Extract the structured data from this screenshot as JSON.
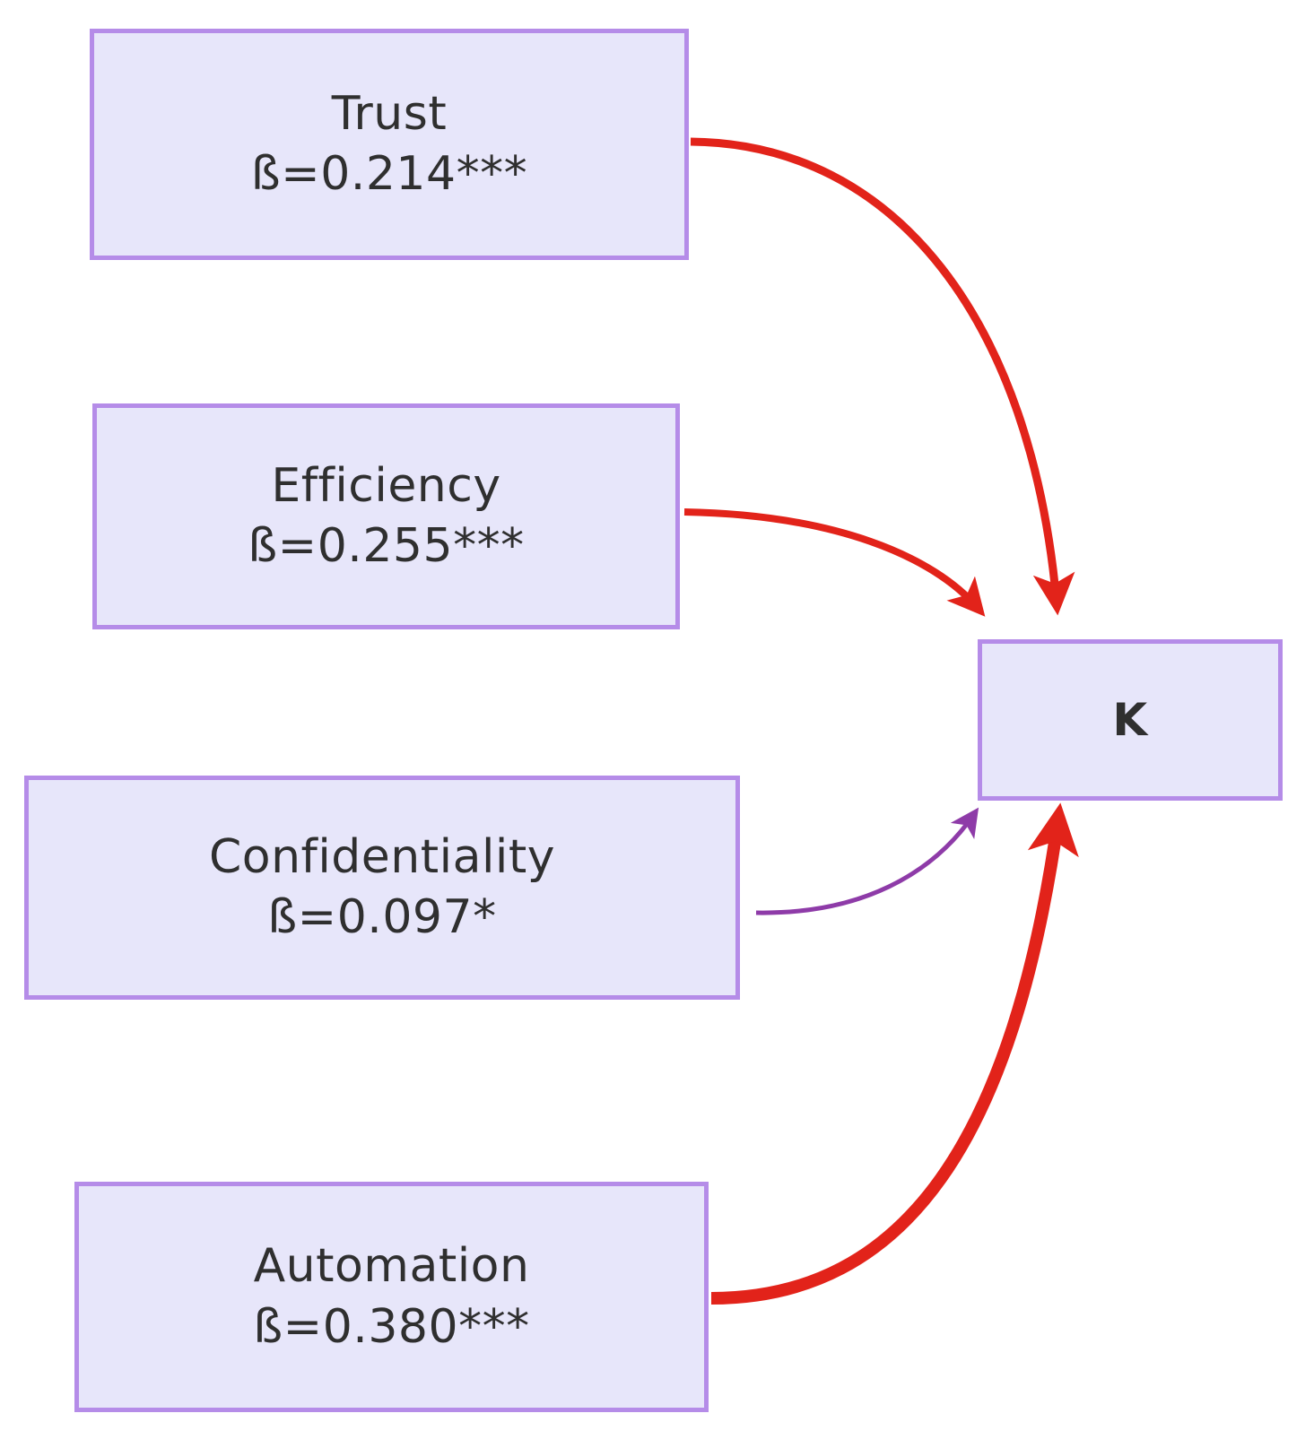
{
  "diagram": {
    "type": "path-model",
    "background": "#ffffff",
    "node_fill": "#e7e6fa",
    "node_border": "#b58ce8",
    "text_color": "#2f2f2f",
    "nodes": [
      {
        "id": "trust",
        "title": "Trust",
        "beta": "ß=0.214***",
        "coefficient": 0.214,
        "significance": "***"
      },
      {
        "id": "efficiency",
        "title": "Efficiency",
        "beta": "ß=0.255***",
        "coefficient": 0.255,
        "significance": "***"
      },
      {
        "id": "confidentiality",
        "title": "Confidentiality",
        "beta": "ß=0.097*",
        "coefficient": 0.097,
        "significance": "*"
      },
      {
        "id": "automation",
        "title": "Automation",
        "beta": "ß=0.380***",
        "coefficient": 0.38,
        "significance": "***"
      },
      {
        "id": "outcome",
        "title": "K",
        "beta": "",
        "coefficient": null,
        "significance": ""
      }
    ],
    "edges": [
      {
        "id": "trust-to-k",
        "from": "trust",
        "to": "outcome",
        "color": "#e2231a",
        "width": 9,
        "weight": 0.214
      },
      {
        "id": "efficiency-to-k",
        "from": "efficiency",
        "to": "outcome",
        "color": "#e2231a",
        "width": 8,
        "weight": 0.255
      },
      {
        "id": "confidentiality-to-k",
        "from": "confidentiality",
        "to": "outcome",
        "color": "#8e3ba8",
        "width": 5,
        "weight": 0.097
      },
      {
        "id": "automation-to-k",
        "from": "automation",
        "to": "outcome",
        "color": "#e2231a",
        "width": 14,
        "weight": 0.38
      }
    ]
  }
}
